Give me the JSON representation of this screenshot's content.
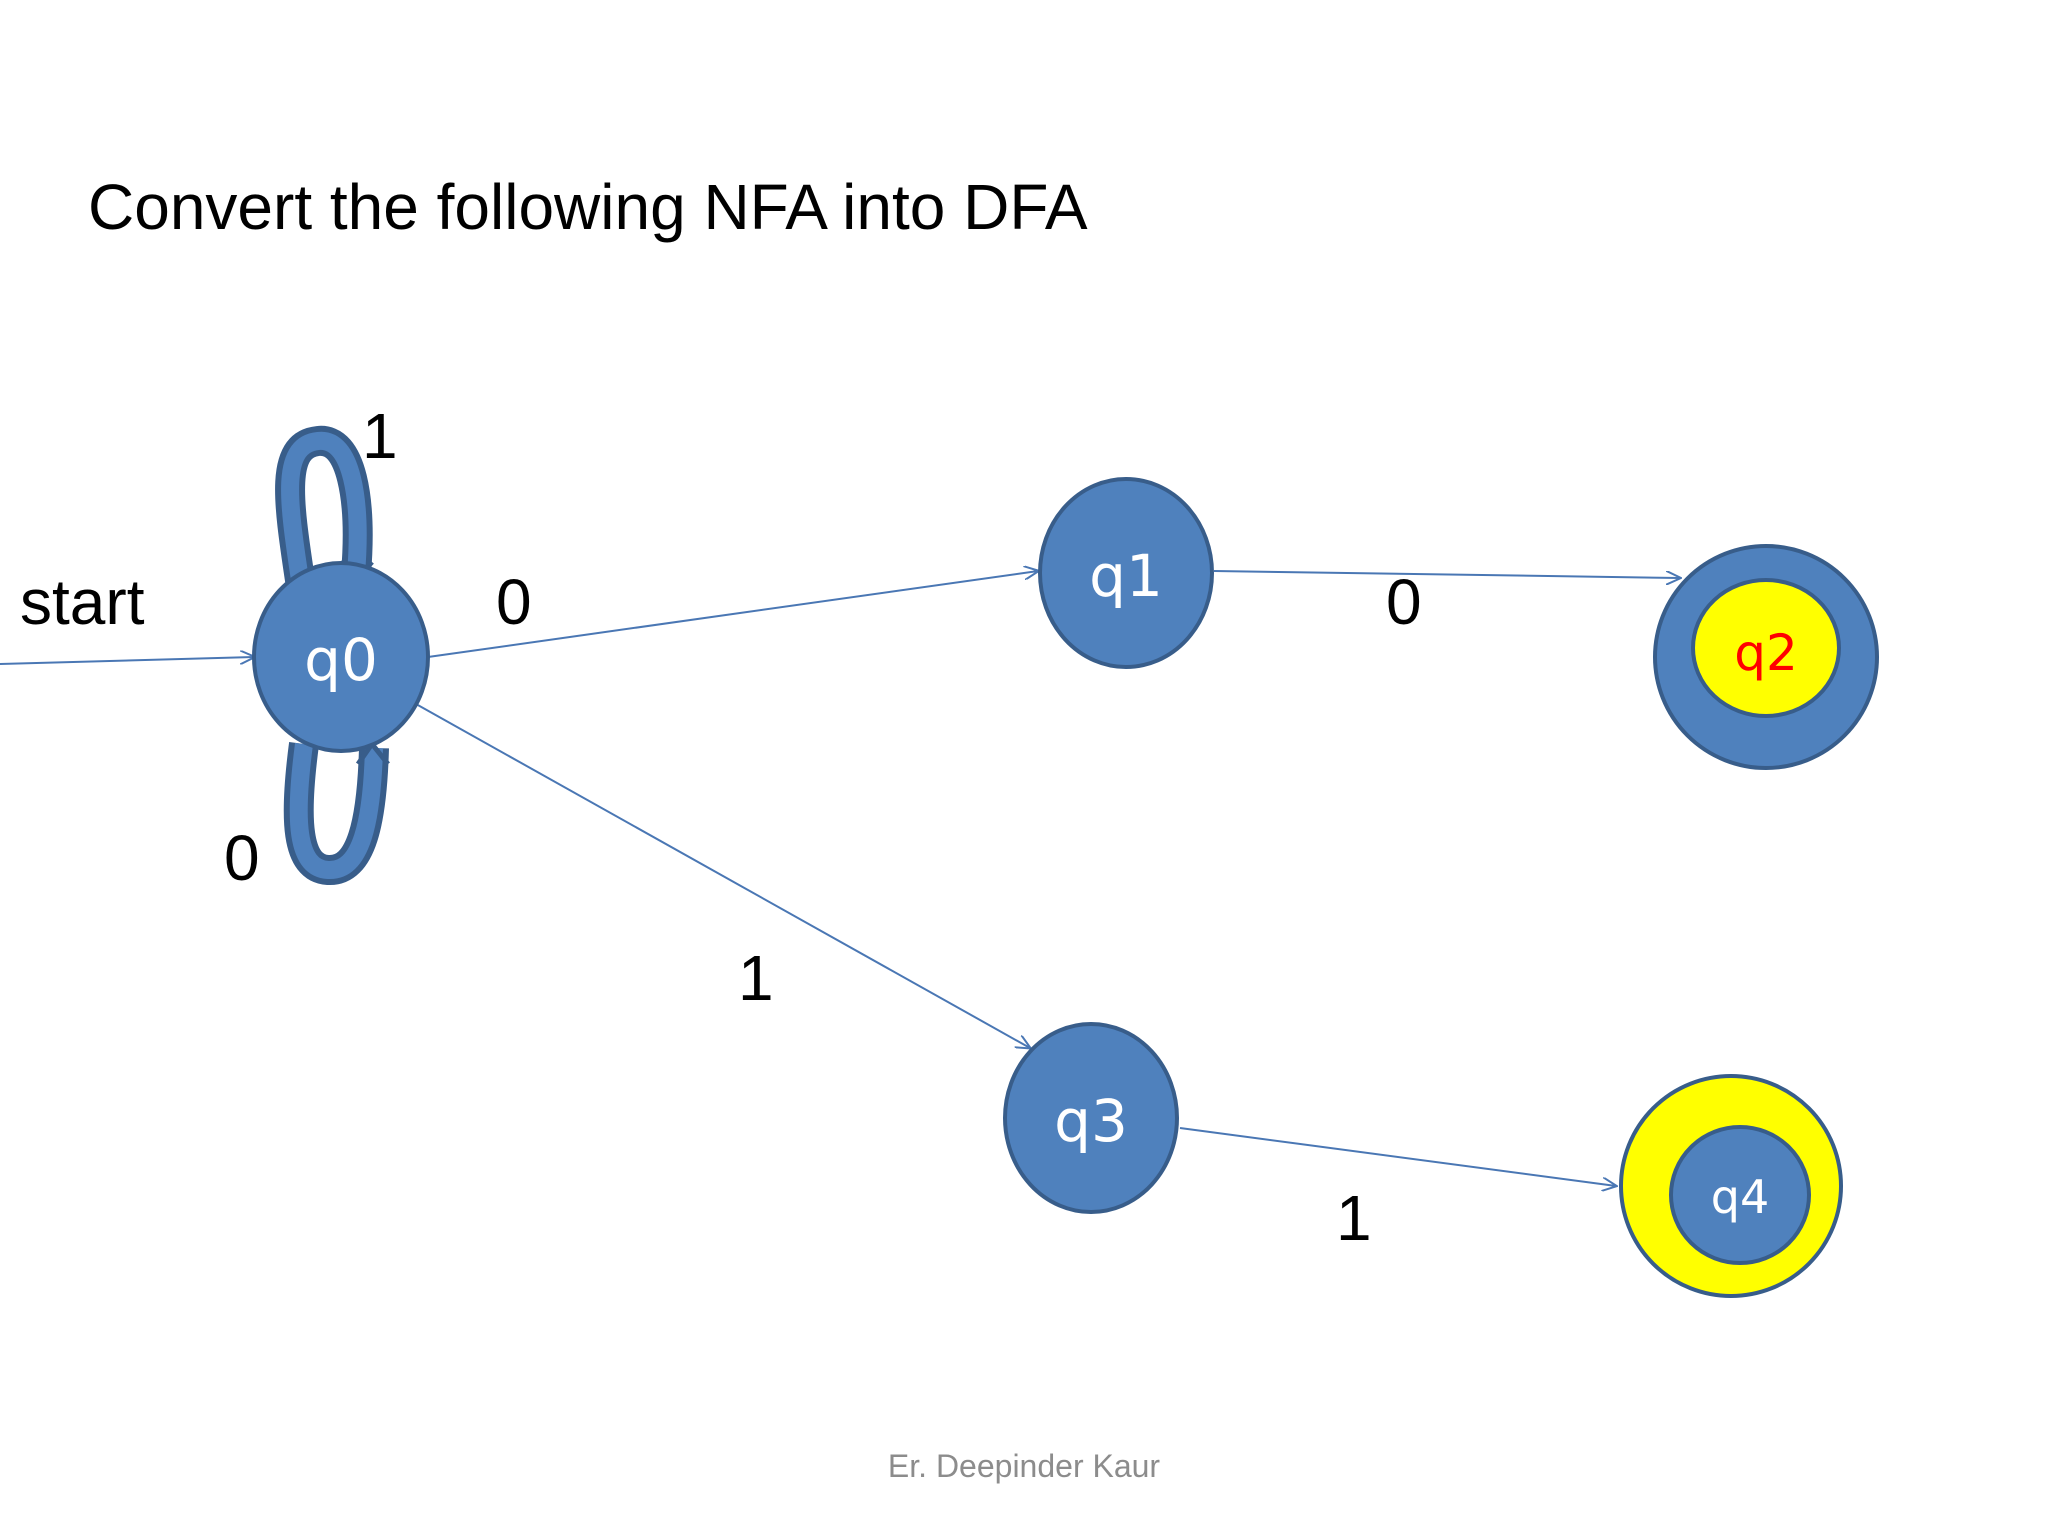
{
  "title": "Convert the following NFA into DFA",
  "footer": "Er. Deepinder Kaur",
  "colors": {
    "state_fill": "#4F81BD",
    "state_stroke": "#385D8A",
    "accept_fill": "#FFFF00",
    "arrow": "#4A77B4",
    "q2_label": "#FF0000"
  },
  "start_label": "start",
  "states": {
    "q0": "q0",
    "q1": "q1",
    "q2": "q2",
    "q3": "q3",
    "q4": "q4"
  },
  "transitions": {
    "q0_self_top": "1",
    "q0_self_bottom": "0",
    "q0_q1": "0",
    "q1_q2": "0",
    "q0_q3": "1",
    "q3_q4": "1"
  }
}
